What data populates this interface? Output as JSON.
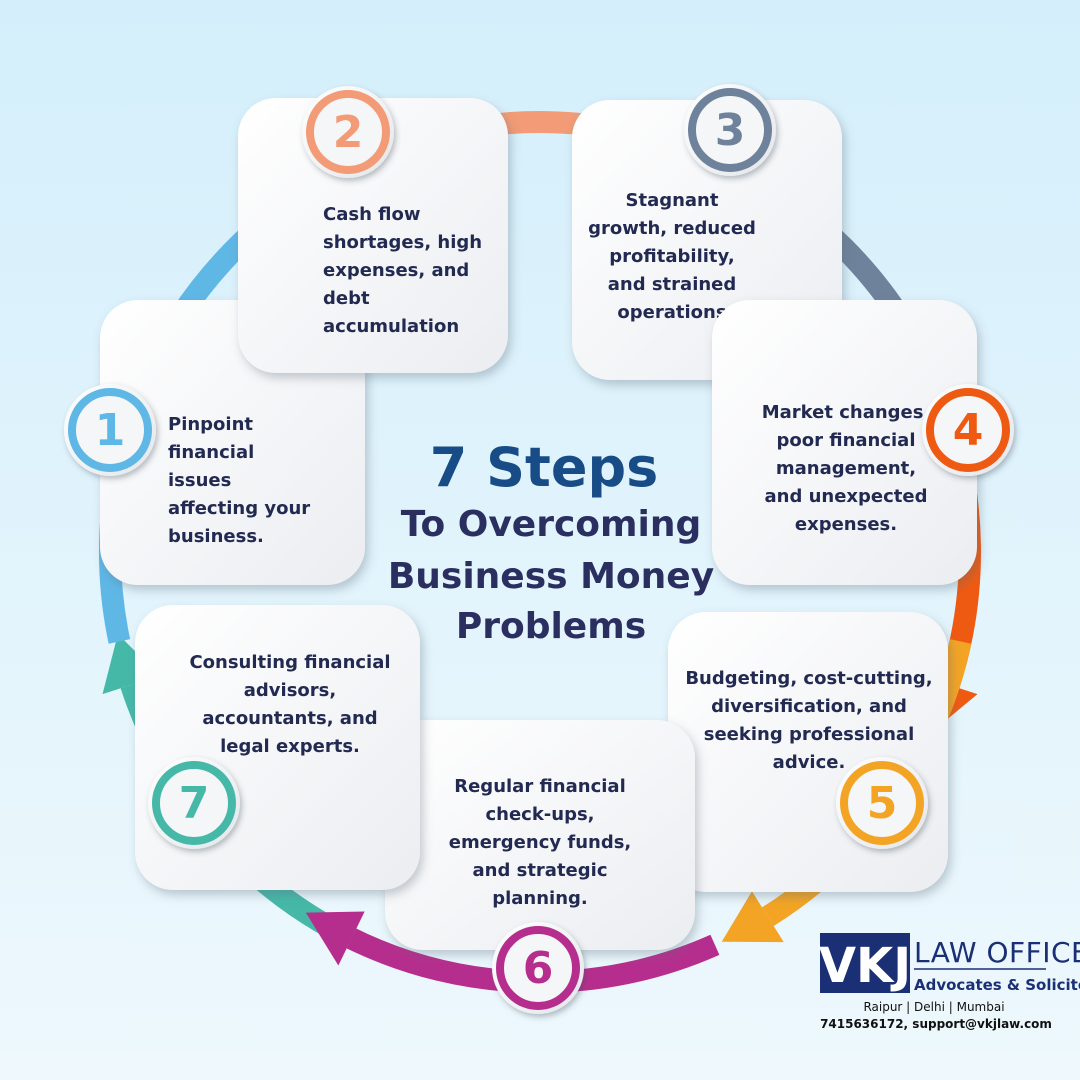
{
  "title": {
    "line1": "7 Steps",
    "line2": "To Overcoming",
    "line3": "Business Money",
    "line4": "Problems"
  },
  "steps": [
    {
      "number": "1",
      "color": "#5fb7e6",
      "lines": [
        "Pinpoint",
        "financial",
        "issues",
        "affecting   your",
        "business."
      ]
    },
    {
      "number": "2",
      "color": "#f29b76",
      "lines": [
        "Cash flow",
        "shortages, high",
        "expenses, and",
        "debt",
        "accumulation"
      ]
    },
    {
      "number": "3",
      "color": "#6e829b",
      "lines": [
        "Stagnant",
        "growth, reduced",
        "profitability,",
        "and strained",
        "operations"
      ]
    },
    {
      "number": "4",
      "color": "#ef5a12",
      "lines": [
        "Market changes,",
        "poor financial",
        "management,",
        "and unexpected",
        "expenses."
      ]
    },
    {
      "number": "5",
      "color": "#f3a424",
      "lines": [
        "Budgeting, cost-cutting,",
        "diversification, and",
        "seeking professional",
        "advice."
      ]
    },
    {
      "number": "6",
      "color": "#b62e8d",
      "lines": [
        "Regular financial",
        "check-ups,",
        "emergency funds,",
        "and strategic",
        "planning."
      ]
    },
    {
      "number": "7",
      "color": "#45b8a8",
      "lines": [
        "Consulting financial",
        "advisors,",
        "accountants, and",
        "legal experts."
      ]
    }
  ],
  "logo": {
    "mark": "VKJ",
    "name": "LAW OFFICES",
    "tagline": "Advocates & Solicitors",
    "cities": "Raipur    |    Delhi    |    Mumbai",
    "contact": "7415636172, support@vkjlaw.com"
  }
}
